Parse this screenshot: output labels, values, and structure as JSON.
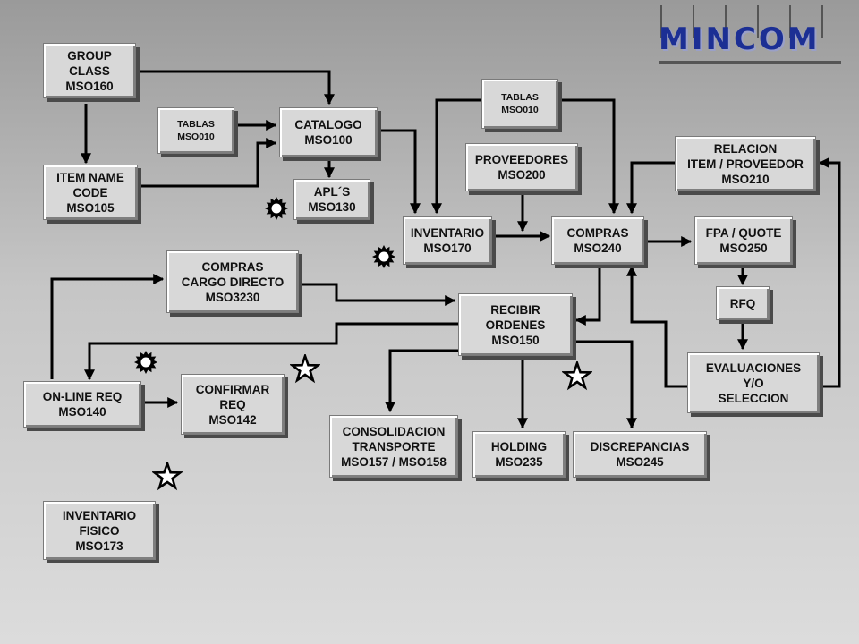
{
  "logo": {
    "text": "MINCOM"
  },
  "boxes": {
    "group_class": "GROUP\nCLASS\nMSO160",
    "item_name_code": "ITEM NAME\nCODE\nMSO105",
    "tablas_left": "TABLAS\nMSO010",
    "catalogo": "CATALOGO\nMSO100",
    "apls": "APL´S\nMSO130",
    "tablas_top": "TABLAS\nMSO010",
    "proveedores": "PROVEEDORES\nMSO200",
    "relacion": "RELACION\nITEM / PROVEEDOR\nMSO210",
    "inventario": "INVENTARIO\nMSO170",
    "compras": "COMPRAS\nMSO240",
    "fpa_quote": "FPA / QUOTE\nMSO250",
    "compras_cargo": "COMPRAS\nCARGO DIRECTO\nMSO3230",
    "rfq": "RFQ",
    "recibir": "RECIBIR\nORDENES\nMSO150",
    "evaluaciones": "EVALUACIONES\nY/O\nSELECCION",
    "online_req": "ON-LINE REQ\nMSO140",
    "confirmar": "CONFIRMAR\nREQ\nMSO142",
    "consolidacion": "CONSOLIDACION\nTRANSPORTE\nMSO157 / MSO158",
    "holding": "HOLDING\nMSO235",
    "discrepancias": "DISCREPANCIAS\nMSO245",
    "inventario_fisico": "INVENTARIO\nFISICO\nMSO173"
  },
  "markers": {
    "sun": [
      "sun-icon",
      "sun-icon",
      "sun-icon"
    ],
    "star": [
      "star-icon",
      "star-icon",
      "star-icon"
    ]
  },
  "colors": {
    "logo": "#1c2f94",
    "box_fill": "#d8d8d8",
    "line": "#000000"
  }
}
